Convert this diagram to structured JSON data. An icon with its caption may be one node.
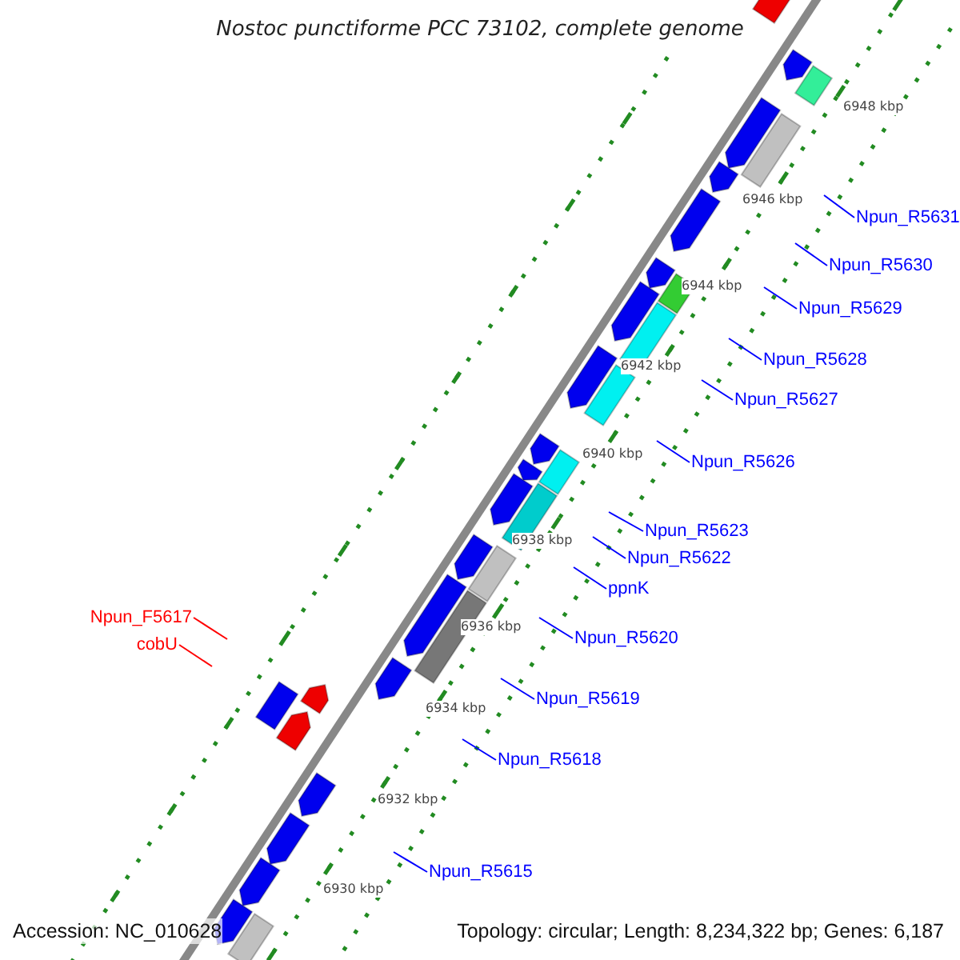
{
  "diagram": {
    "title": "Nostoc punctiforme PCC 73102, complete genome",
    "nodes": [
      {
        "text": [
          "Npun_R5631"
        ]
      },
      {
        "text": [
          "Npun_R5630"
        ]
      },
      {
        "text": [
          "Npun_R5629"
        ]
      },
      {
        "text": [
          "Npun_R5628"
        ]
      },
      {
        "text": [
          "Npun_R5627"
        ]
      },
      {
        "text": [
          "Npun_R5626"
        ]
      },
      {
        "text": [
          "Npun_R5623"
        ]
      },
      {
        "text": [
          "Npun_R5622"
        ]
      },
      {
        "text": [
          "ppnK"
        ]
      },
      {
        "text": [
          "Npun_F5617"
        ]
      },
      {
        "text": [
          "Npun_R5620"
        ]
      },
      {
        "text": [
          "cobU"
        ]
      },
      {
        "text": [
          "Npun_R5619"
        ]
      },
      {
        "text": [
          "Npun_R5618"
        ]
      },
      {
        "text": [
          "Npun_R5615"
        ]
      }
    ],
    "edges": [
      {
        "from": 0,
        "to": null,
        "arrow": "none"
      },
      {
        "from": 1,
        "to": null,
        "arrow": "none"
      },
      {
        "from": 2,
        "to": null,
        "arrow": "none"
      },
      {
        "from": 3,
        "to": null,
        "arrow": "none"
      },
      {
        "from": 4,
        "to": null,
        "arrow": "none"
      },
      {
        "from": 5,
        "to": null,
        "arrow": "none"
      },
      {
        "from": 6,
        "to": null,
        "arrow": "none"
      },
      {
        "from": 7,
        "to": null,
        "arrow": "none"
      },
      {
        "from": 8,
        "to": null,
        "arrow": "none"
      },
      {
        "from": 9,
        "to": null,
        "arrow": "none",
        "color": "#ff0000"
      },
      {
        "from": 10,
        "to": null,
        "arrow": "none"
      },
      {
        "from": 11,
        "to": null,
        "arrow": "none",
        "color": "#ff0000"
      },
      {
        "from": 12,
        "to": null,
        "arrow": "none"
      },
      {
        "from": 13,
        "to": null,
        "arrow": "none"
      },
      {
        "from": 14,
        "to": null,
        "arrow": "none"
      }
    ],
    "labels": [
      "6948 kbp",
      "6946 kbp",
      "6944 kbp",
      "6942 kbp",
      "6940 kbp",
      "6938 kbp",
      "6936 kbp",
      "6934 kbp",
      "6932 kbp",
      "6930 kbp",
      "Accession: NC_010628",
      "Topology: circular; Length: 8,234,322 bp; Genes: 6,187"
    ]
  }
}
